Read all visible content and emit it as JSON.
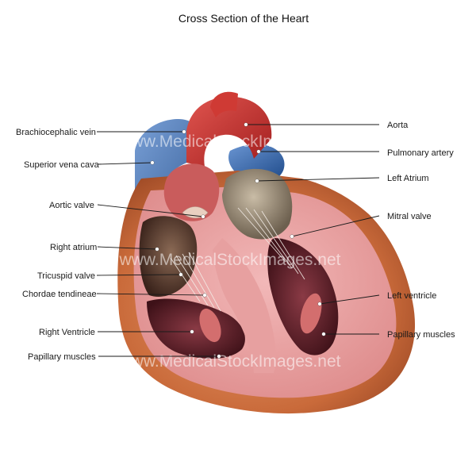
{
  "title": "Cross Section of the Heart",
  "watermark": "www.MedicalStockImages.net",
  "labels": {
    "left": [
      "Brachiocephalic vein",
      "Superior vena cava",
      "Aortic valve",
      "Right atrium",
      "Tricuspid valve",
      "Chordae tendineae",
      "Right Ventricle",
      "Papillary muscles"
    ],
    "right": [
      "Aorta",
      "Pulmonary artery",
      "Left Atrium",
      "Mitral valve",
      "Left ventricle",
      "Papillary muscles"
    ]
  },
  "colors": {
    "outer_wall": "#c96a3a",
    "myocardium": "#e9a3a3",
    "chamber": "#5a1f2a",
    "vein_blue": "#2f63a8",
    "artery_red": "#c42a2a",
    "atrium_grey": "#8a7c6c"
  }
}
